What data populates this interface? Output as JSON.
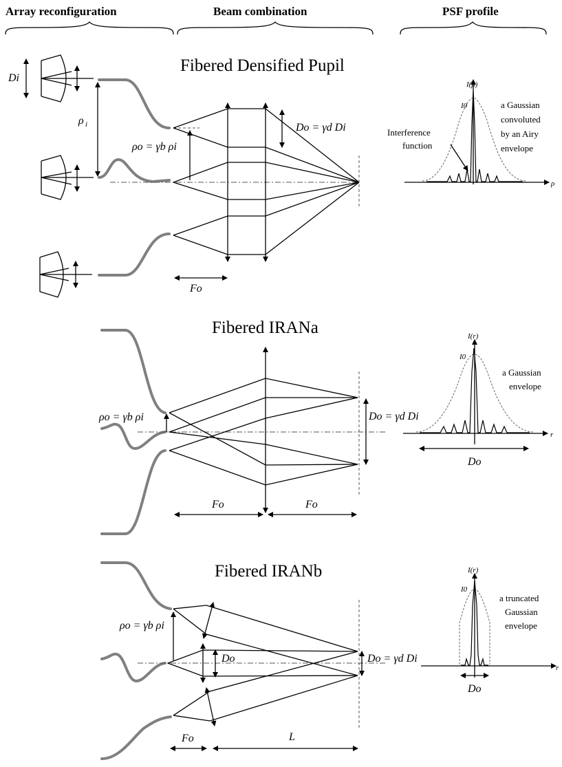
{
  "headers": {
    "array_reconfiguration": "Array reconfiguration",
    "beam_combination": "Beam combination",
    "psf_profile": "PSF profile"
  },
  "panel1": {
    "title": "Fibered Densified Pupil",
    "di_label": "Di",
    "rho_i": "ρ",
    "rho_i_sub": "i",
    "rho_relation": "ρo = γb ρi",
    "do_relation": "Do = γd Di",
    "fo_label": "Fo",
    "psf_axis_y": "I(ρ)",
    "psf_axis_x": "ρ",
    "psf_i0": "I0",
    "interference_label_1": "Interference",
    "interference_label_2": "function",
    "envelope_lines": [
      "a Gaussian",
      "convoluted",
      "by an Airy",
      "envelope"
    ]
  },
  "panel2": {
    "title": "Fibered IRANa",
    "rho_relation": "ρo = γb ρi",
    "do_relation": "Do = γd Di",
    "fo_left": "Fo",
    "fo_right": "Fo",
    "psf_axis_y": "I(r)",
    "psf_axis_x": "r",
    "psf_i0": "I0",
    "psf_width": "Do",
    "envelope_lines": [
      "a Gaussian",
      "envelope"
    ]
  },
  "panel3": {
    "title": "Fibered IRANb",
    "rho_relation": "ρo = γb ρi",
    "do_relation": "Do = γd Di",
    "do_small": "Do",
    "fo_label": "Fo",
    "l_label": "L",
    "psf_axis_y": "I(r)",
    "psf_axis_x": "r",
    "psf_i0": "I0",
    "psf_width": "Do",
    "envelope_lines": [
      "a truncated",
      "Gaussian",
      "envelope"
    ]
  }
}
